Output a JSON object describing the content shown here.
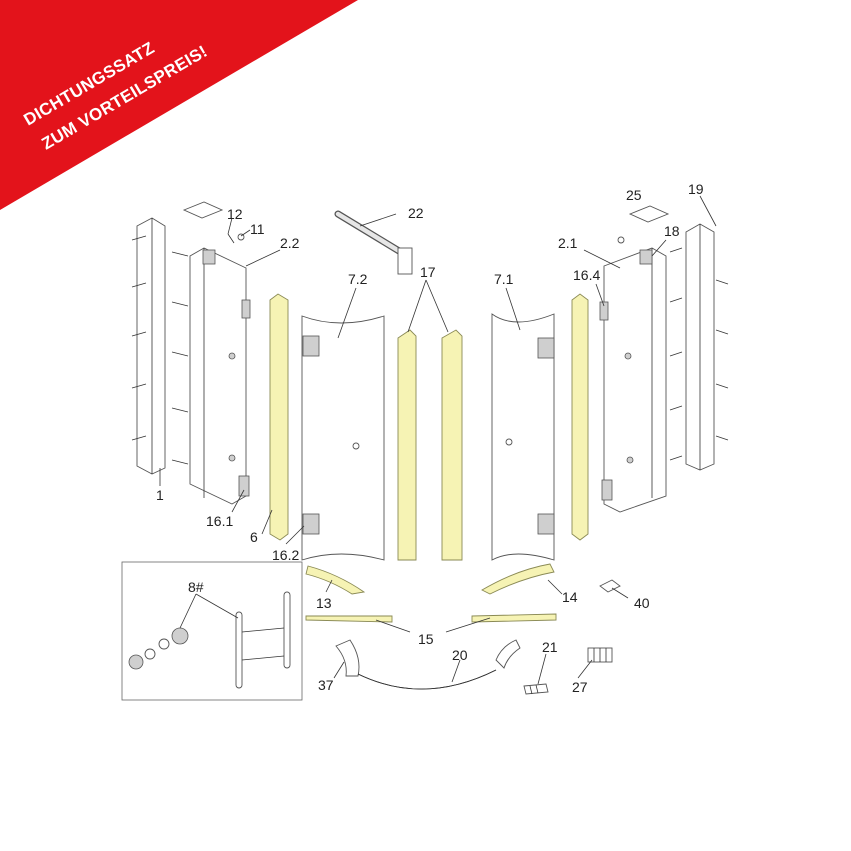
{
  "banner": {
    "line1": "DICHTUNGSSATZ",
    "line2": "ZUM VORTEILSPREIS!",
    "color": "#e3131b"
  },
  "colors": {
    "seal": "#f6f3b4",
    "outline": "#555555"
  },
  "callouts": {
    "c1": "1",
    "c2_1": "2.1",
    "c2_2": "2.2",
    "c6": "6",
    "c7_1": "7.1",
    "c7_2": "7.2",
    "c8": "8#",
    "c11": "11",
    "c12": "12",
    "c13": "13",
    "c14": "14",
    "c15": "15",
    "c16_1": "16.1",
    "c16_2": "16.2",
    "c16_4": "16.4",
    "c17": "17",
    "c18": "18",
    "c19": "19",
    "c20": "20",
    "c21": "21",
    "c22": "22",
    "c25": "25",
    "c27": "27",
    "c37": "37",
    "c40": "40"
  }
}
